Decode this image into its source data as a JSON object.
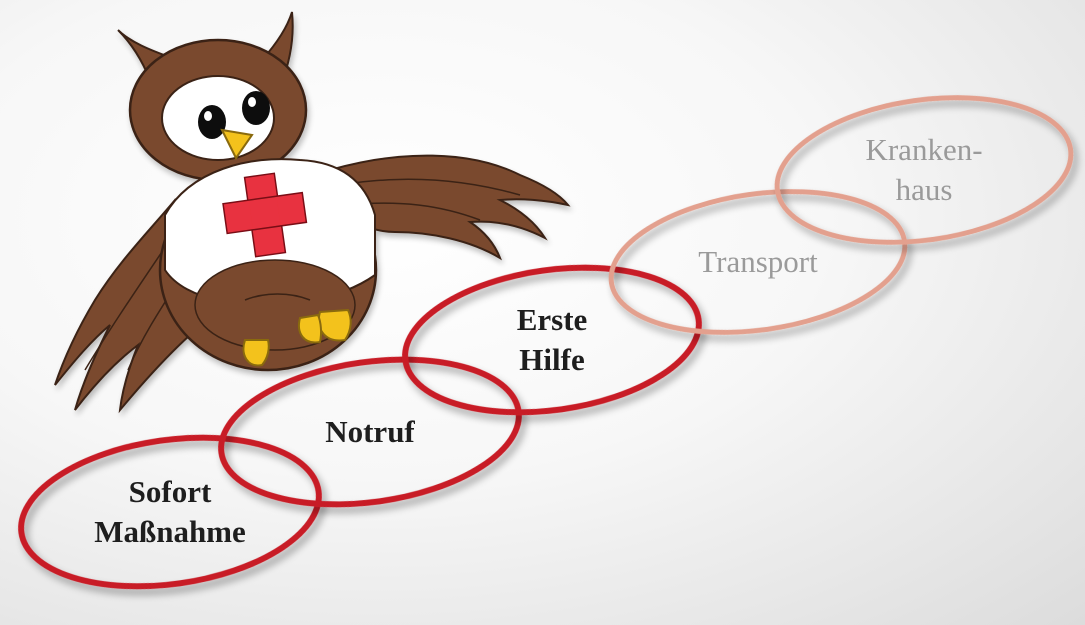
{
  "steps": [
    {
      "lines": [
        "Sofort",
        "Maßnahme"
      ],
      "state": "active",
      "color": "#c81e28"
    },
    {
      "lines": [
        "Notruf"
      ],
      "state": "active",
      "color": "#c81e28"
    },
    {
      "lines": [
        "Erste",
        "Hilfe"
      ],
      "state": "active",
      "color": "#c81e28"
    },
    {
      "lines": [
        "Transport"
      ],
      "state": "faded",
      "color": "#e3a08e"
    },
    {
      "lines": [
        "Kranken-",
        "haus"
      ],
      "state": "faded",
      "color": "#e3a08e"
    }
  ],
  "mascot": {
    "icon": "owl-mascot-icon",
    "shirt_cross_color": "#e8333f",
    "feather_color": "#7a4a2e",
    "beak_color": "#f3c21c"
  }
}
